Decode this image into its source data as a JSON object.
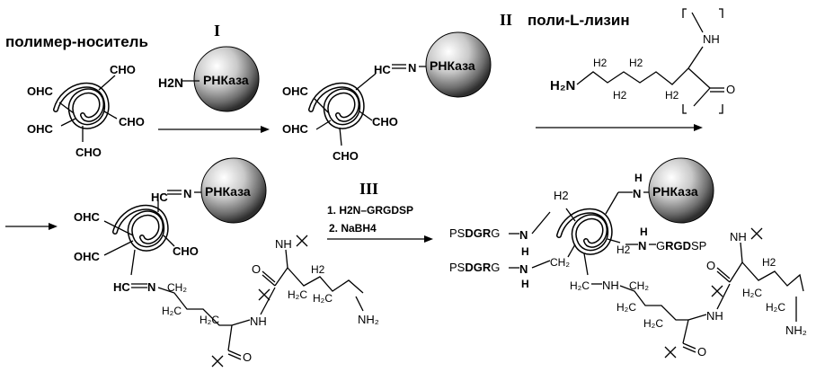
{
  "header": {
    "carrier_title": "полимер-носитель",
    "step1_roman": "I",
    "step2_roman": "II",
    "step2_title": "поли-L-лизин",
    "step3_roman": "III"
  },
  "reagents": {
    "rnase": "РНКаза",
    "h2n": "H2N",
    "step3_line1": "1. H2N–GRGDSP",
    "step3_line2": "2. NaBH4"
  },
  "groups": {
    "cho": "CHO",
    "ohc": "OHC",
    "nh": "NH",
    "nh2": "NH2",
    "h2": "H2",
    "o": "O",
    "n": "N",
    "h": "H",
    "peptide_left": "PSDGRG",
    "peptide_right": "GRGDSP"
  }
}
